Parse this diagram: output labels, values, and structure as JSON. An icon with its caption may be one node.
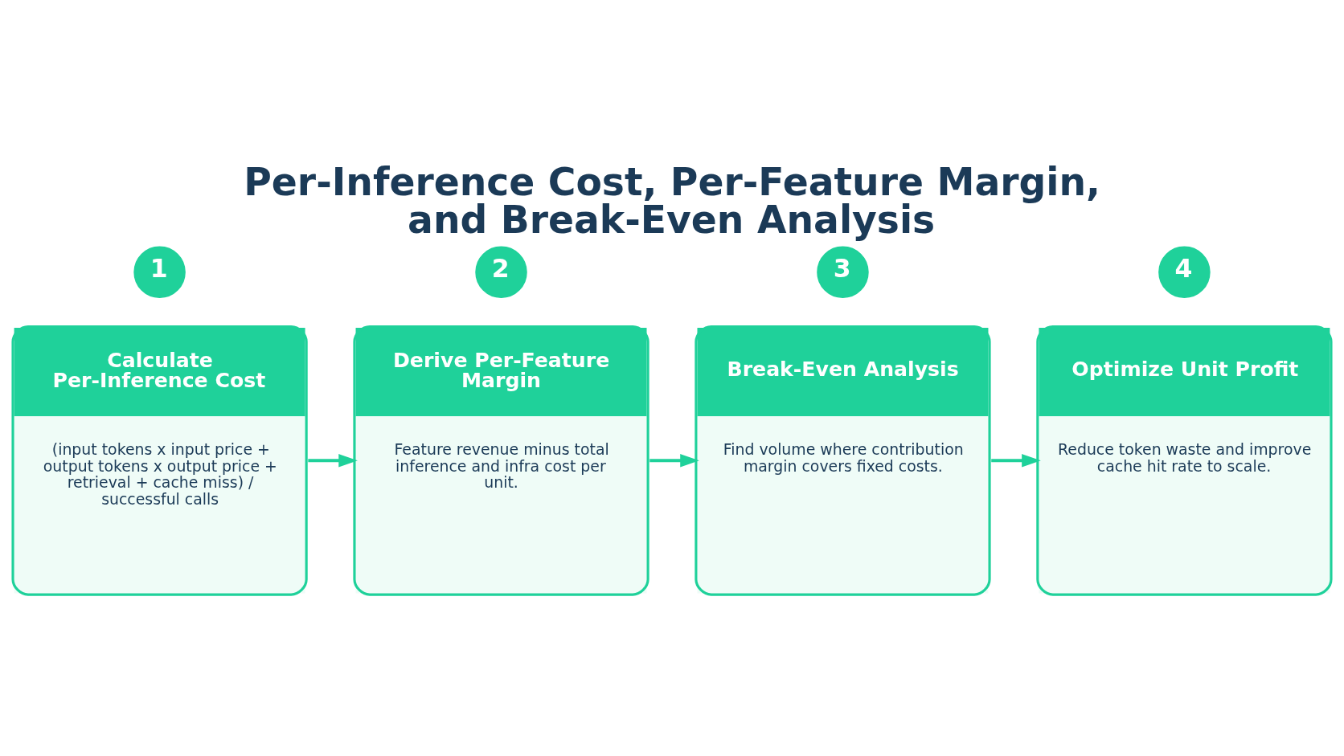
{
  "diagram": {
    "title": "Per-Inference Cost, Per-Feature Margin, and Break-Even Analysis",
    "nodes": [
      {
        "text": [
          "1"
        ]
      },
      {
        "text": [
          "Calculate Per-Inference Cost",
          "(input tokens x input price + output tokens x output price + retrieval + cache miss) / successful calls"
        ]
      },
      {
        "text": [
          "2"
        ]
      },
      {
        "text": [
          "Derive Per-Feature Margin",
          "Feature revenue minus total inference and infra cost per unit."
        ]
      },
      {
        "text": [
          "3"
        ]
      },
      {
        "text": [
          "Break-Even Analysis",
          "Find volume where contribution margin covers fixed costs."
        ]
      },
      {
        "text": [
          "4"
        ]
      },
      {
        "text": [
          "Optimize Unit Profit",
          "Reduce token waste and improve cache hit rate to scale."
        ]
      }
    ],
    "edges": [
      {
        "from": 1,
        "to": 3,
        "arrow": "to"
      },
      {
        "from": 3,
        "to": 5,
        "arrow": "to"
      },
      {
        "from": 5,
        "to": 7,
        "arrow": "to"
      }
    ]
  }
}
